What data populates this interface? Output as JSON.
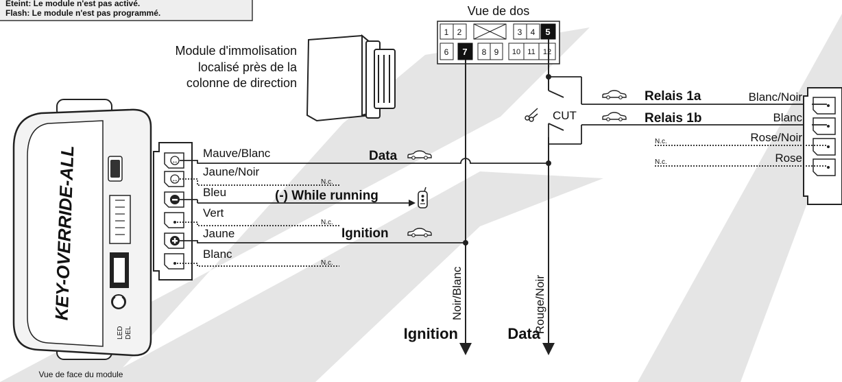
{
  "legend": {
    "line1": "Éteint: Le module n'est pas activé.",
    "line2": "Flash: Le module n'est pas programmé."
  },
  "connector": {
    "title": "Vue de dos",
    "pins_top": [
      "1",
      "2",
      "3",
      "4",
      "5"
    ],
    "pins_bottom": [
      "6",
      "7",
      "8",
      "9",
      "10",
      "11",
      "12"
    ]
  },
  "immobilizer_caption": [
    "Module d'immolisation",
    "localisé près de la",
    "colonne de direction"
  ],
  "module": {
    "brand": "KEY-OVERRIDE-ALL",
    "led_label_1": "LED",
    "led_label_2": "DEL",
    "caption": "Vue de face du module"
  },
  "harness_wires": [
    {
      "label": "Mauve/Blanc",
      "note": ""
    },
    {
      "label": "Jaune/Noir",
      "note": "N.c."
    },
    {
      "label": "Bleu",
      "note": ""
    },
    {
      "label": "Vert",
      "note": "N.c."
    },
    {
      "label": "Jaune",
      "note": ""
    },
    {
      "label": "Blanc",
      "note": "N.c."
    }
  ],
  "signals": {
    "data": "Data",
    "while_running": "(-) While running",
    "ignition": "Ignition"
  },
  "cut_label": "CUT",
  "relay_labels": [
    "Relais 1a",
    "Relais 1b"
  ],
  "relay_wires": [
    {
      "label": "Blanc/Noir",
      "note": ""
    },
    {
      "label": "Blanc",
      "note": ""
    },
    {
      "label": "Rose/Noir",
      "note": "N.c."
    },
    {
      "label": "Rose",
      "note": "N.c."
    }
  ],
  "vertical_wires": {
    "left": "Noir/Blanc",
    "right": "Rouge/Noir"
  },
  "bottom_labels": {
    "ignition": "Ignition",
    "data": "Data"
  },
  "icons": [
    "car-icon",
    "remote-icon",
    "scissors-icon"
  ]
}
